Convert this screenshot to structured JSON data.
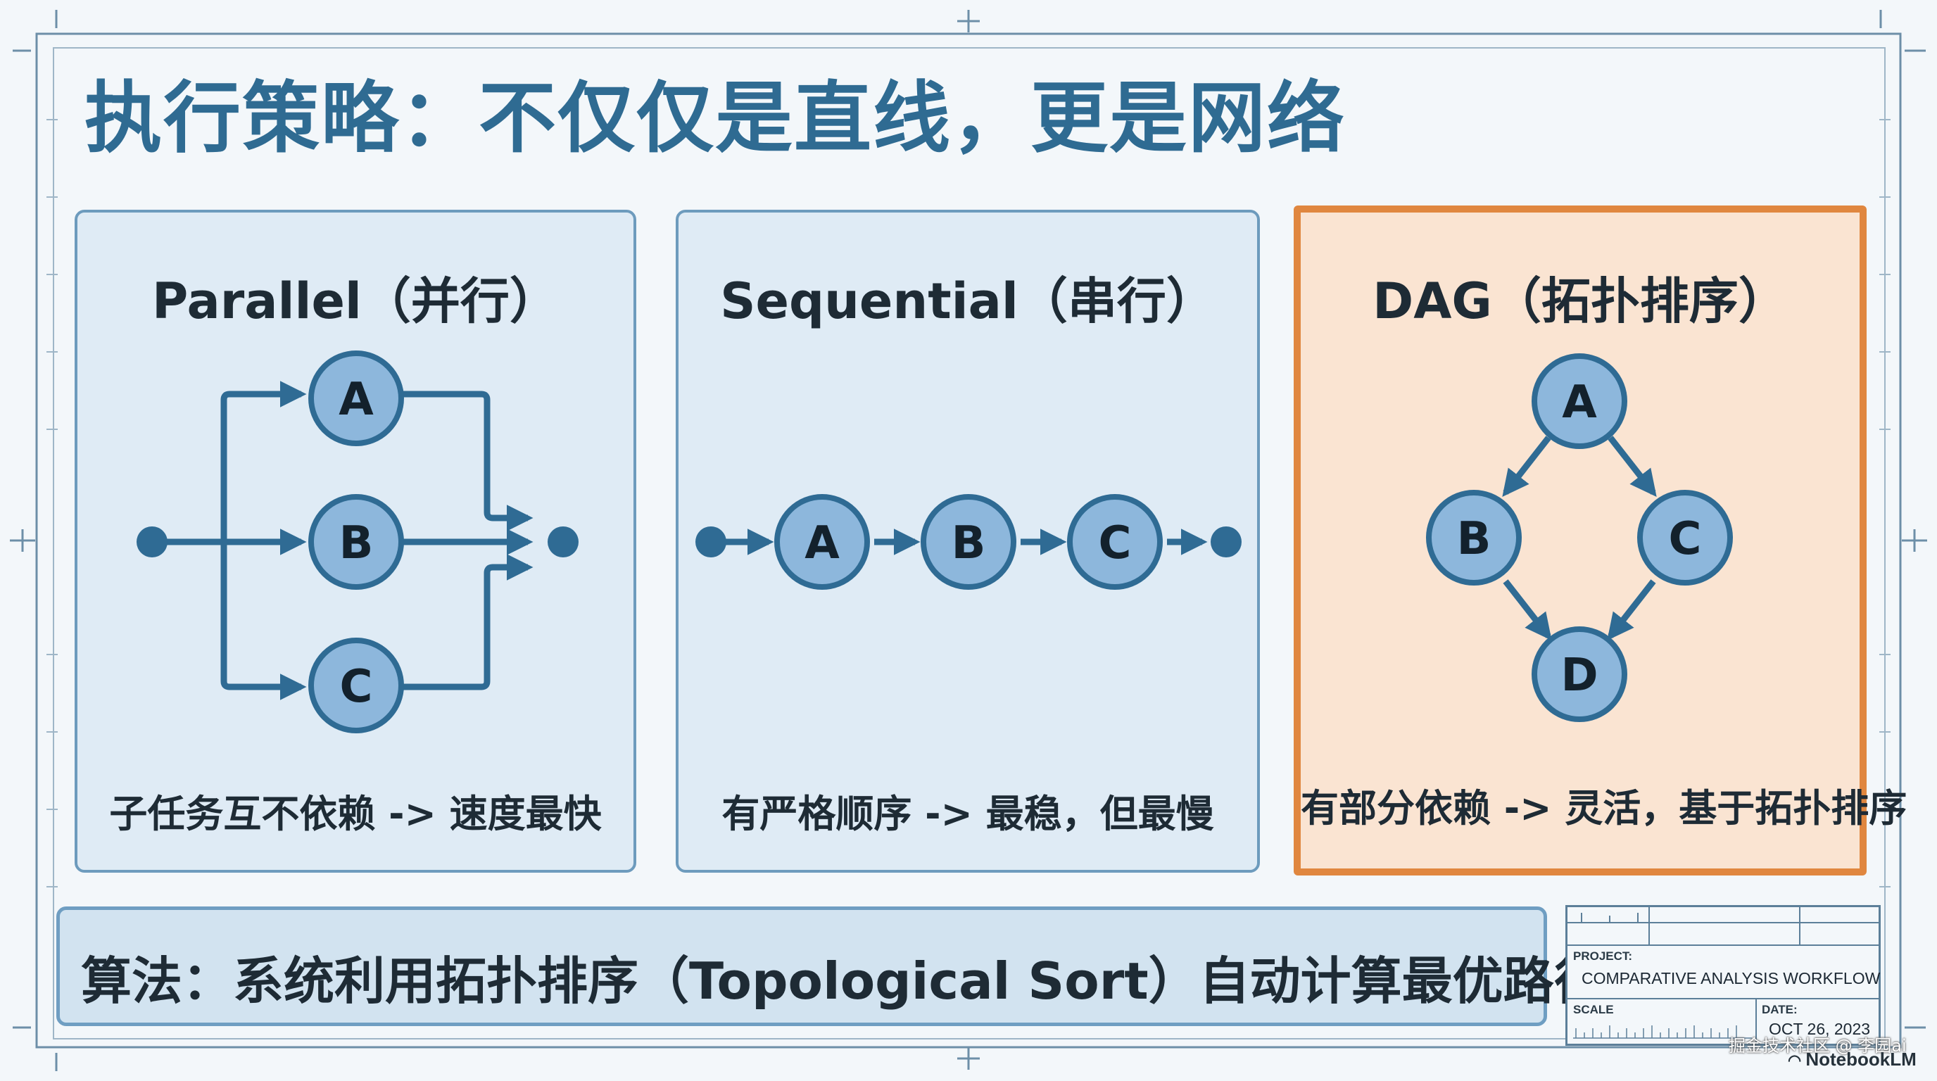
{
  "title": "执行策略：不仅仅是直线，更是网络",
  "panels": {
    "parallel": {
      "title": "Parallel（并行）",
      "caption": "子任务互不依赖 -> 速度最快",
      "nodes": [
        "A",
        "B",
        "C"
      ]
    },
    "sequential": {
      "title": "Sequential（串行）",
      "caption": "有严格顺序 -> 最稳，但最慢",
      "nodes": [
        "A",
        "B",
        "C"
      ]
    },
    "dag": {
      "title": "DAG（拓扑排序）",
      "caption": "有部分依赖 -> 灵活，基于拓扑排序",
      "nodes": [
        "A",
        "B",
        "C",
        "D"
      ]
    }
  },
  "algorithm_note": "算法：系统利用拓扑排序（Topological Sort）自动计算最优路径。",
  "title_block": {
    "project_label": "PROJECT:",
    "project_value": "COMPARATIVE ANALYSIS WORKFLOW",
    "scale_label": "SCALE",
    "date_label": "DATE:",
    "date_value": "OCT 26, 2023"
  },
  "watermark": "掘金技术社区 @ 李园ai",
  "brand": "NotebookLM",
  "colors": {
    "node_fill": "#8db7dc",
    "node_stroke": "#2f6b94",
    "edge": "#2f6b94",
    "highlight_border": "#e0873f",
    "title": "#2f6b92"
  }
}
